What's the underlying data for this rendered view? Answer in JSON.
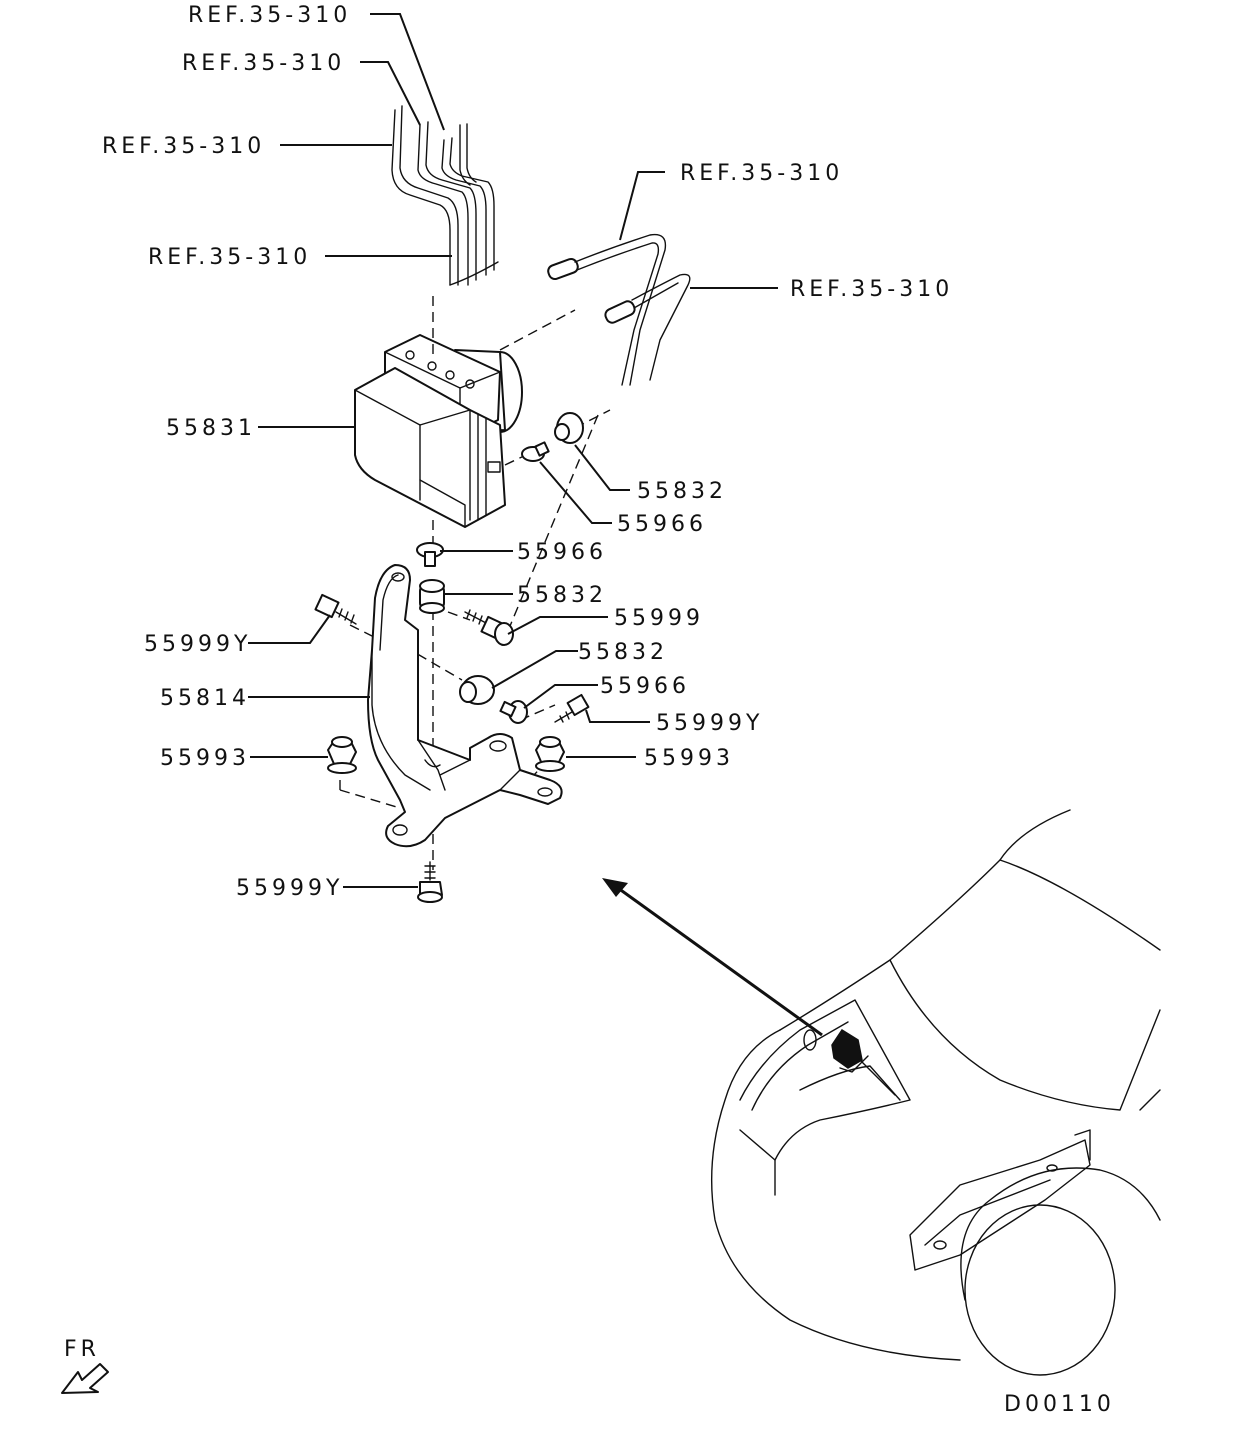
{
  "callouts": [
    {
      "id": "ref-top-1",
      "text": "REF.35-310"
    },
    {
      "id": "ref-top-2",
      "text": "REF.35-310"
    },
    {
      "id": "ref-left",
      "text": "REF.35-310"
    },
    {
      "id": "ref-mid",
      "text": "REF.35-310"
    },
    {
      "id": "ref-right-1",
      "text": "REF.35-310"
    },
    {
      "id": "ref-right-2",
      "text": "REF.35-310"
    },
    {
      "id": "p55831",
      "text": "55831"
    },
    {
      "id": "p55832-a",
      "text": "55832"
    },
    {
      "id": "p55966-a",
      "text": "55966"
    },
    {
      "id": "p55966-b",
      "text": "55966"
    },
    {
      "id": "p55832-b",
      "text": "55832"
    },
    {
      "id": "p55999",
      "text": "55999"
    },
    {
      "id": "p55999Y-a",
      "text": "55999Y"
    },
    {
      "id": "p55832-c",
      "text": "55832"
    },
    {
      "id": "p55814",
      "text": "55814"
    },
    {
      "id": "p55966-c",
      "text": "55966"
    },
    {
      "id": "p55999Y-b",
      "text": "55999Y"
    },
    {
      "id": "p55993-a",
      "text": "55993"
    },
    {
      "id": "p55993-b",
      "text": "55993"
    },
    {
      "id": "p55999Y-c",
      "text": "55999Y"
    }
  ],
  "direction_label": "FR",
  "diagram_code": "D00110"
}
